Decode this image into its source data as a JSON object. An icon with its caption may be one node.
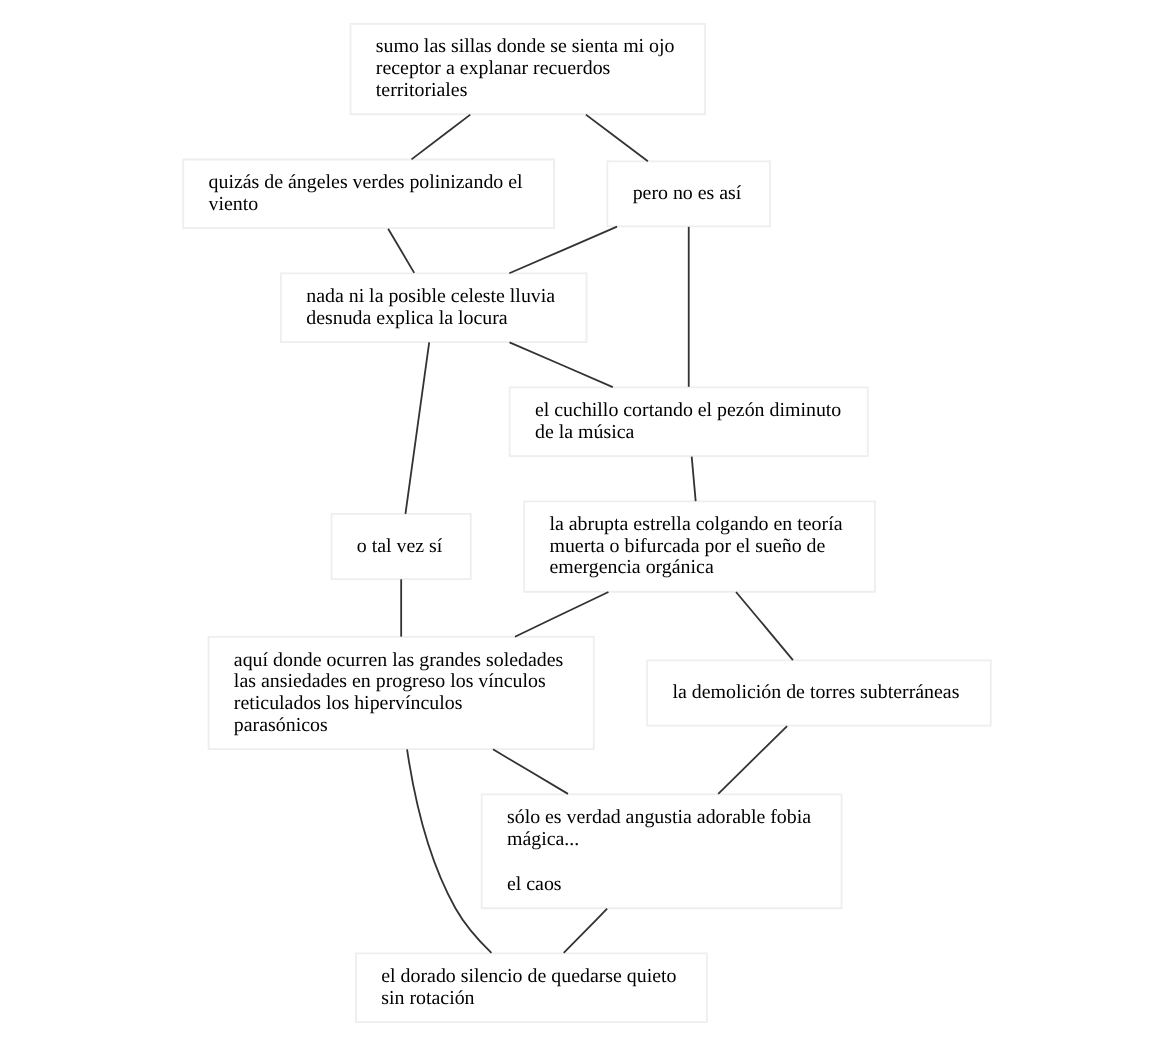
{
  "diagram": {
    "nodes": [
      {
        "text": [
          "sumo las sillas donde se sienta mi ojo receptor a explanar recuerdos territoriales"
        ]
      },
      {
        "text": [
          "pero no es así"
        ]
      },
      {
        "text": [
          "quizás de ángeles verdes polinizando el viento"
        ]
      },
      {
        "text": [
          "nada ni la posible celeste lluvia desnuda explica la locura"
        ]
      },
      {
        "text": [
          "o tal vez sí"
        ]
      },
      {
        "text": [
          "el cuchillo cortando el pezón diminuto de la música"
        ]
      },
      {
        "text": [
          "la abrupta estrella colgando en teoría muerta o bifurcada por el sueño de emergencia orgánica"
        ]
      },
      {
        "text": [
          "aquí donde ocurren las grandes soledades las ansiedades en progreso los vínculos reticulados los hipervínculos parasónicos"
        ]
      },
      {
        "text": [
          "la demolición de torres subterráneas"
        ]
      },
      {
        "text": [
          "sólo es verdad angustia adorable fobia mágica...",
          "el caos"
        ]
      },
      {
        "text": [
          "el dorado silencio de quedarse quieto sin rotación"
        ]
      }
    ],
    "edges": [
      {
        "from": 0,
        "to": 1,
        "arrow": "none"
      },
      {
        "from": 0,
        "to": 2,
        "arrow": "none"
      },
      {
        "from": 1,
        "to": 3,
        "arrow": "none"
      },
      {
        "from": 1,
        "to": 5,
        "arrow": "none"
      },
      {
        "from": 2,
        "to": 3,
        "arrow": "none"
      },
      {
        "from": 3,
        "to": 4,
        "arrow": "none"
      },
      {
        "from": 3,
        "to": 5,
        "arrow": "none"
      },
      {
        "from": 4,
        "to": 7,
        "arrow": "none"
      },
      {
        "from": 5,
        "to": 6,
        "arrow": "none"
      },
      {
        "from": 6,
        "to": 7,
        "arrow": "none"
      },
      {
        "from": 6,
        "to": 8,
        "arrow": "none"
      },
      {
        "from": 7,
        "to": 9,
        "arrow": "none"
      },
      {
        "from": 7,
        "to": 10,
        "arrow": "none"
      },
      {
        "from": 8,
        "to": 9,
        "arrow": "none"
      },
      {
        "from": 9,
        "to": 10,
        "arrow": "none"
      }
    ]
  }
}
